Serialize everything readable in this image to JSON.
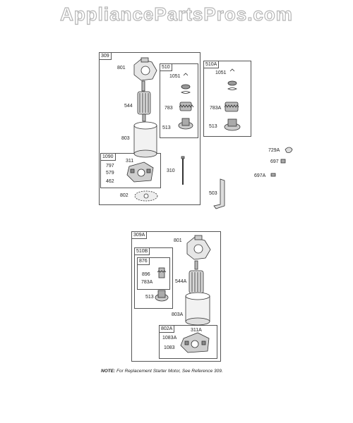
{
  "site": {
    "title": "AppliancePartsPros.com"
  },
  "groups": {
    "g309": "309",
    "g510": "510",
    "g510a": "510A",
    "g1090": "1090",
    "g309a": "309A",
    "g510b": "510B",
    "g876": "876",
    "g802a": "802A"
  },
  "parts": {
    "p801_top": "801",
    "p1051_510": "1051",
    "p1051_510a": "1051",
    "p544": "544",
    "p783": "783",
    "p783a_top": "783A",
    "p513_510": "513",
    "p513_510a": "513",
    "p803": "803",
    "p311": "311",
    "p797": "797",
    "p579": "579",
    "p462": "462",
    "p310": "310",
    "p802": "802",
    "p729a": "729A",
    "p697": "697",
    "p697a": "697A",
    "p503": "503",
    "p801_bottom": "801",
    "p896": "896",
    "p783a_bottom": "783A",
    "p544a": "544A",
    "p513_bottom": "513",
    "p803a": "803A",
    "p311a": "311A",
    "p1083a": "1083A",
    "p1083": "1083"
  },
  "note": {
    "label": "NOTE:",
    "text": "For Replacement Starter Motor, See Reference 309."
  }
}
